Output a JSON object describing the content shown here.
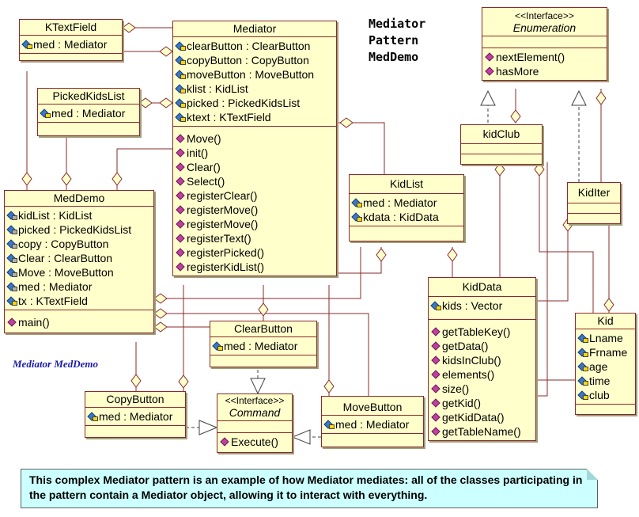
{
  "title_lines": [
    "Mediator",
    "Pattern",
    "MedDemo"
  ],
  "caption": "Mediator MedDemo",
  "note": "This complex Mediator pattern is an example of how Mediator mediates:  all of the classes participating in the pattern contain a Mediator object, allowing it to interact with everything.",
  "colors": {
    "box_fill": "#ffffcc",
    "box_border": "#8a2a2a",
    "wire": "#8a2a2a",
    "note_fill": "#ccffff",
    "caption": "#1a1aa8"
  },
  "classes": {
    "ktextfield": {
      "name": "KTextField",
      "attrs": [
        "med : Mediator"
      ]
    },
    "pickedkidslist": {
      "name": "PickedKidsList",
      "attrs": [
        "med : Mediator"
      ]
    },
    "mediator": {
      "name": "Mediator",
      "attrs": [
        "clearButton : ClearButton",
        "copyButton : CopyButton",
        "moveButton : MoveButton",
        "klist : KidList",
        "picked : PickedKidsList",
        "ktext : KTextField"
      ],
      "ops": [
        "Move()",
        "init()",
        "Clear()",
        "Select()",
        "registerClear()",
        "registerMove()",
        "registerMove()",
        "registerText()",
        "registerPicked()",
        "registerKidList()"
      ]
    },
    "enumeration": {
      "stereotype": "<<Interface>>",
      "name": "Enumeration",
      "ops": [
        "nextElement()",
        "hasMore"
      ]
    },
    "kidclub": {
      "name": "kidClub"
    },
    "kiditer": {
      "name": "KidIter"
    },
    "meddemo": {
      "name": "MedDemo",
      "attrs": [
        "kidList : KidList",
        "picked : PickedKidsList",
        "copy : CopyButton",
        "Clear : ClearButton",
        "Move : MoveButton",
        "med : Mediator",
        "tx : KTextField"
      ],
      "ops": [
        "main()"
      ]
    },
    "kidlist": {
      "name": "KidList",
      "attrs": [
        "med : Mediator",
        "kdata : KidData"
      ]
    },
    "kiddata": {
      "name": "KidData",
      "attrs": [
        "kids : Vector"
      ],
      "ops": [
        "getTableKey()",
        "getData()",
        "kidsInClub()",
        "elements()",
        "size()",
        "getKid()",
        "getKidData()",
        "getTableName()"
      ]
    },
    "kid": {
      "name": "Kid",
      "attrs": [
        "Lname",
        "Frname",
        "age",
        "time",
        "club"
      ]
    },
    "clearbutton": {
      "name": "ClearButton",
      "attrs": [
        "med : Mediator"
      ]
    },
    "copybutton": {
      "name": "CopyButton",
      "attrs": [
        "med : Mediator"
      ]
    },
    "command": {
      "stereotype": "<<Interface>>",
      "name": "Command",
      "ops": [
        "Execute()"
      ]
    },
    "movebutton": {
      "name": "MoveButton",
      "attrs": [
        "med : Mediator"
      ]
    }
  }
}
